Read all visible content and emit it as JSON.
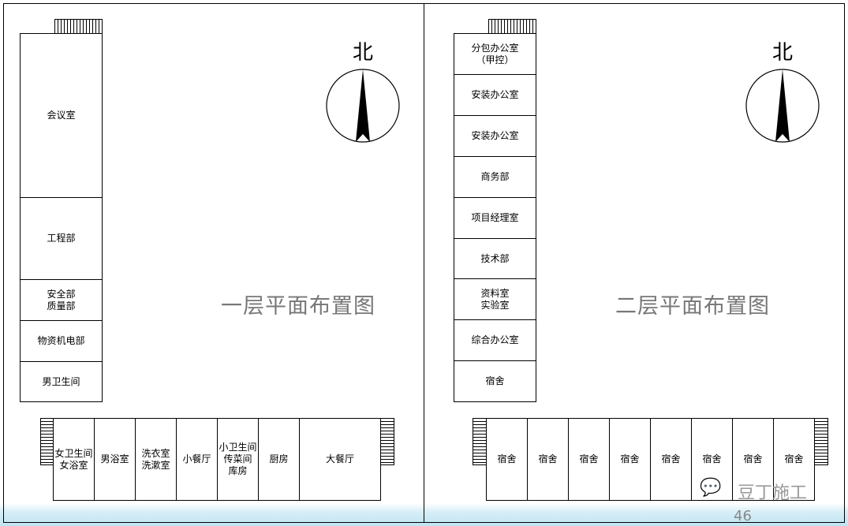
{
  "floor1": {
    "title": "一层平面布置图",
    "north": "北",
    "column_rooms": [
      "会议室",
      "工程部",
      "安全部\n质量部",
      "物资机电部",
      "男卫生间"
    ],
    "row_rooms": [
      "女卫生间\n女浴室",
      "男浴室",
      "洗衣室\n洗漱室",
      "小餐厅",
      "小卫生间\n传菜间\n库房",
      "厨房",
      "大餐厅"
    ]
  },
  "floor2": {
    "title": "二层平面布置图",
    "north": "北",
    "column_rooms": [
      "分包办公室\n（甲控）",
      "安装办公室",
      "安装办公室",
      "商务部",
      "项目经理室",
      "技术部",
      "资料室\n实验室",
      "综合办公室",
      "宿舍"
    ],
    "row_rooms": [
      "宿舍",
      "宿舍",
      "宿舍",
      "宿舍",
      "宿舍",
      "宿舍",
      "宿舍",
      "宿舍"
    ]
  },
  "footer": {
    "brand": "豆丁施工",
    "page_number": "46"
  }
}
